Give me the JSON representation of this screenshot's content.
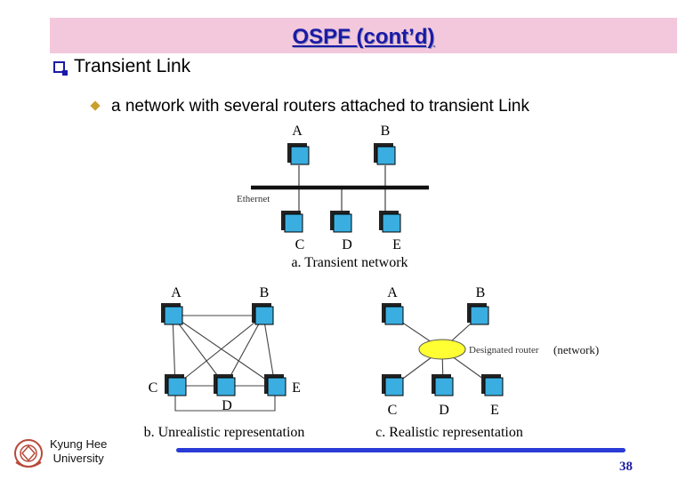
{
  "slide": {
    "title": "OSPF (cont’d)",
    "bullet": "Transient Link",
    "sub_bullet": "a network with several routers attached to transient Link",
    "page_number": "38",
    "university": {
      "line1": "Kyung Hee",
      "line2": "University"
    }
  },
  "diagram_a": {
    "top_routers": [
      "A",
      "B"
    ],
    "bottom_routers": [
      "C",
      "D",
      "E"
    ],
    "link_label": "Ethernet",
    "caption": "a. Transient network"
  },
  "diagram_b": {
    "top_routers": [
      "A",
      "B"
    ],
    "bottom_routers": [
      "C",
      "D",
      "E"
    ],
    "caption": "b. Unrealistic representation"
  },
  "diagram_c": {
    "top_routers": [
      "A",
      "B"
    ],
    "bottom_routers": [
      "C",
      "D",
      "E"
    ],
    "designated_label": "Designated router",
    "network_label": "(network)",
    "caption": "c. Realistic representation"
  },
  "colors": {
    "title_bar": "#f3c8dc",
    "title_text": "#1a1aa6",
    "router_face": "#3aaee0",
    "designated_node": "#ffff33",
    "footer_rule": "#2a3bd6"
  }
}
